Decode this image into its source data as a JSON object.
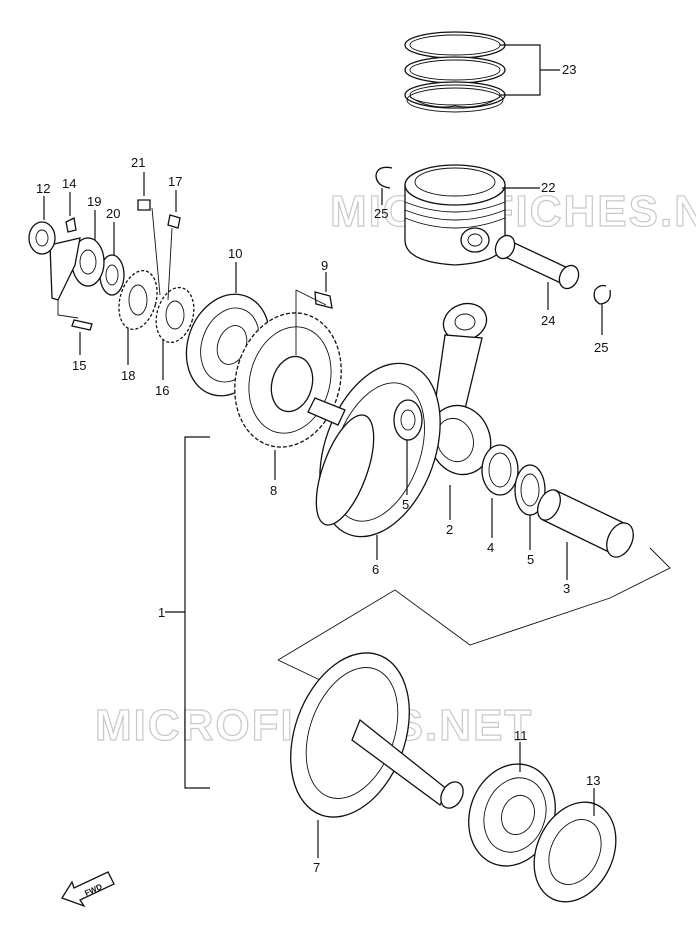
{
  "watermark": {
    "text": "MICROFICHES.NET"
  },
  "fwd_mark": "FWD",
  "callouts": [
    {
      "id": "c1",
      "label": "1"
    },
    {
      "id": "c2",
      "label": "2"
    },
    {
      "id": "c3",
      "label": "3"
    },
    {
      "id": "c4",
      "label": "4"
    },
    {
      "id": "c5a",
      "label": "5"
    },
    {
      "id": "c5b",
      "label": "5"
    },
    {
      "id": "c6",
      "label": "6"
    },
    {
      "id": "c7",
      "label": "7"
    },
    {
      "id": "c8",
      "label": "8"
    },
    {
      "id": "c9",
      "label": "9"
    },
    {
      "id": "c10",
      "label": "10"
    },
    {
      "id": "c11",
      "label": "11"
    },
    {
      "id": "c12",
      "label": "12"
    },
    {
      "id": "c13",
      "label": "13"
    },
    {
      "id": "c14",
      "label": "14"
    },
    {
      "id": "c15",
      "label": "15"
    },
    {
      "id": "c16",
      "label": "16"
    },
    {
      "id": "c17",
      "label": "17"
    },
    {
      "id": "c18",
      "label": "18"
    },
    {
      "id": "c19",
      "label": "19"
    },
    {
      "id": "c20",
      "label": "20"
    },
    {
      "id": "c21",
      "label": "21"
    },
    {
      "id": "c22",
      "label": "22"
    },
    {
      "id": "c23",
      "label": "23"
    },
    {
      "id": "c24",
      "label": "24"
    },
    {
      "id": "c25a",
      "label": "25"
    },
    {
      "id": "c25b",
      "label": "25"
    }
  ]
}
